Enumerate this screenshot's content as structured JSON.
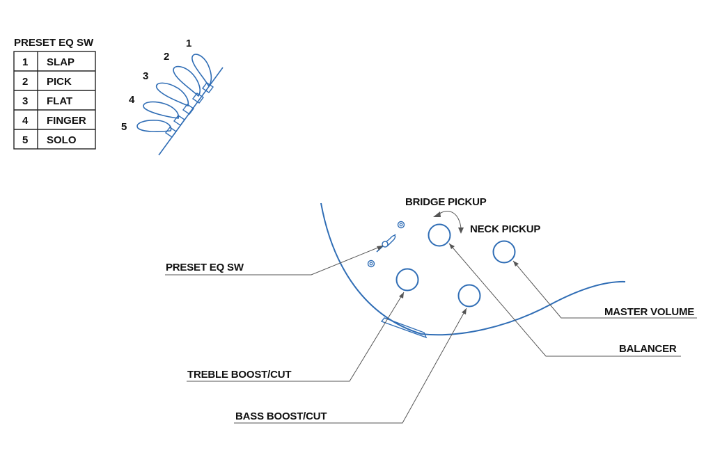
{
  "eq_table": {
    "title": "PRESET EQ SW",
    "rows": [
      {
        "num": "1",
        "label": "SLAP"
      },
      {
        "num": "2",
        "label": "PICK"
      },
      {
        "num": "3",
        "label": "FLAT"
      },
      {
        "num": "4",
        "label": "FINGER"
      },
      {
        "num": "5",
        "label": "SOLO"
      }
    ]
  },
  "switch_positions": [
    "1",
    "2",
    "3",
    "4",
    "5"
  ],
  "labels": {
    "bridge_pickup": "BRIDGE PICKUP",
    "neck_pickup": "NECK PICKUP",
    "preset_eq_sw": "PRESET EQ SW",
    "master_volume": "MASTER VOLUME",
    "balancer": "BALANCER",
    "treble_boost_cut": "TREBLE BOOST/CUT",
    "bass_boost_cut": "BASS BOOST/CUT"
  },
  "colors": {
    "line_art": "#2f6db5",
    "text": "#111111",
    "leader": "#555555"
  }
}
